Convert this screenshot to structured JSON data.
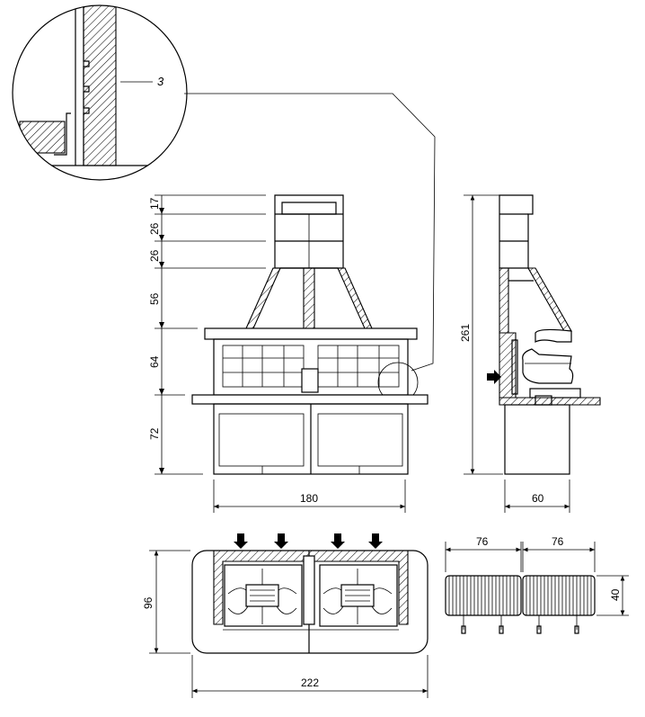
{
  "detail": {
    "callout": "3"
  },
  "front_view": {
    "dims_vertical": [
      "17",
      "26",
      "26",
      "56",
      "64",
      "72"
    ],
    "width": "180"
  },
  "side_view": {
    "height": "261",
    "depth": "60"
  },
  "plan_view": {
    "depth": "96",
    "width": "222"
  },
  "units_view": {
    "width_left": "76",
    "width_right": "76",
    "height": "40"
  }
}
